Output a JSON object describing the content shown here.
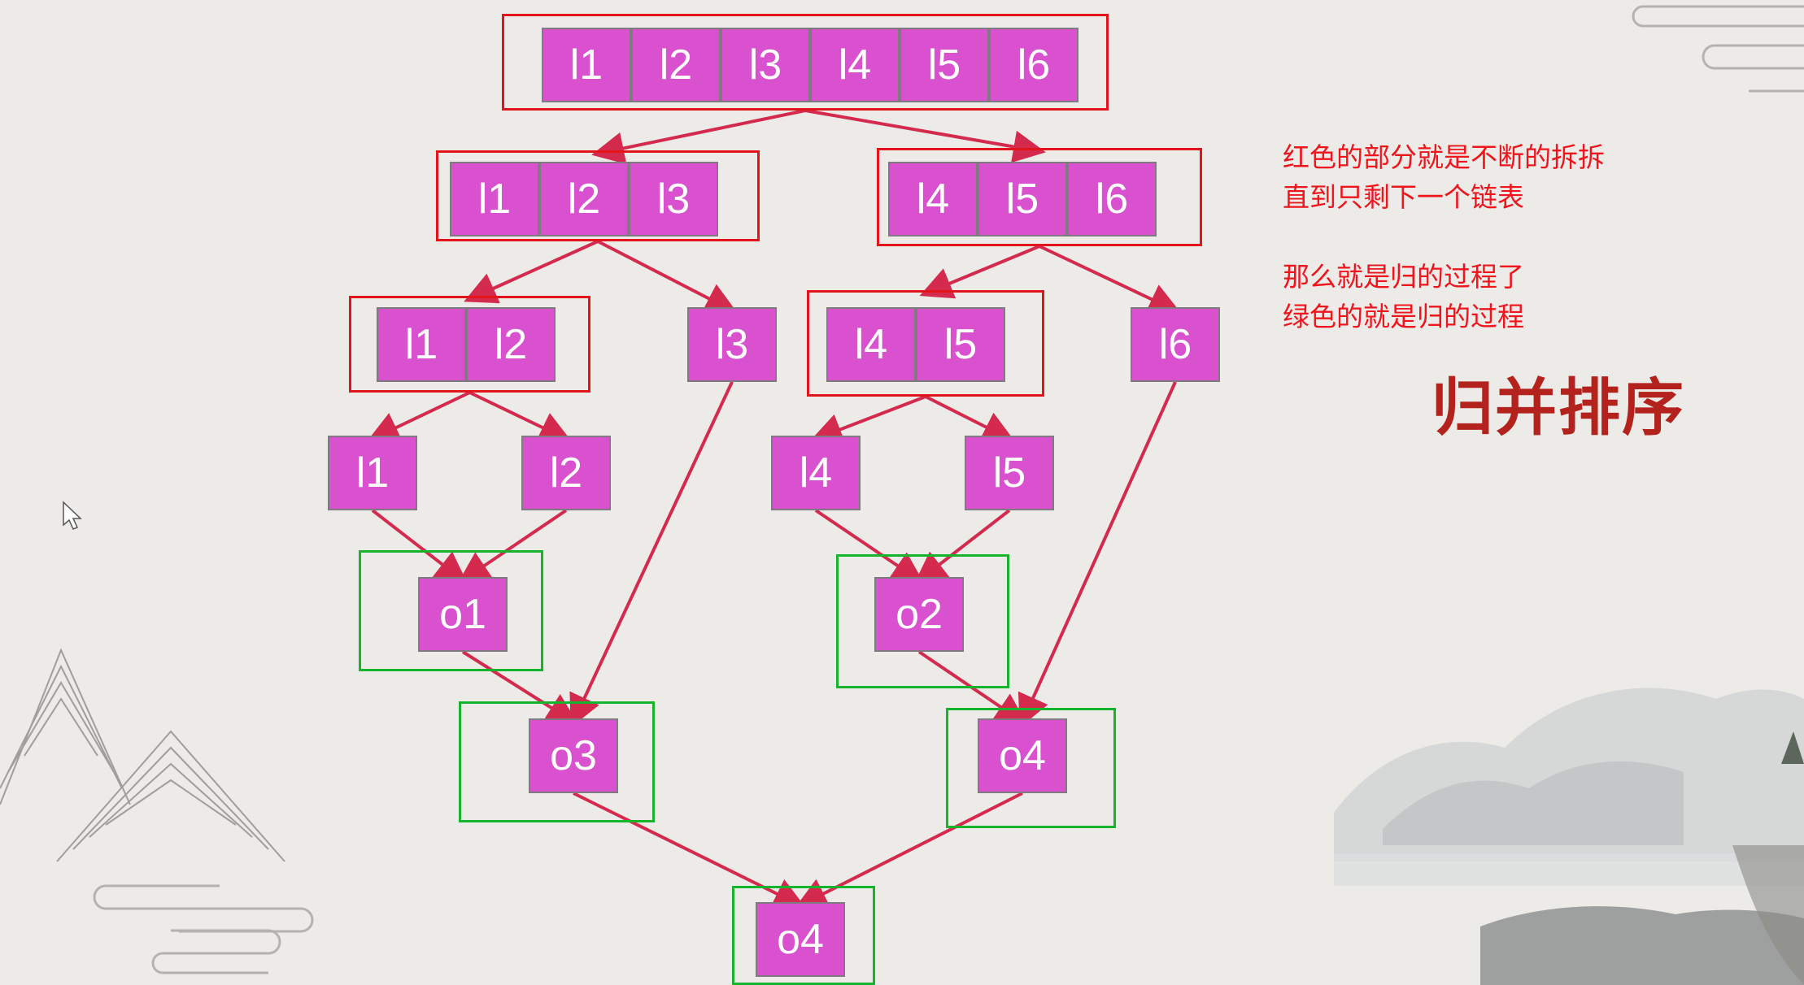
{
  "diagram": {
    "title": "归并排序",
    "notes": [
      "红色的部分就是不断的拆拆",
      "直到只剩下一个链表",
      "",
      "那么就是归的过程了",
      "绿色的就是归的过程"
    ],
    "nodes": [
      {
        "id": "a1",
        "label": "l1"
      },
      {
        "id": "a2",
        "label": "l2"
      },
      {
        "id": "a3",
        "label": "l3"
      },
      {
        "id": "a4",
        "label": "l4"
      },
      {
        "id": "a5",
        "label": "l5"
      },
      {
        "id": "a6",
        "label": "l6"
      },
      {
        "id": "b1",
        "label": "l1"
      },
      {
        "id": "b2",
        "label": "l2"
      },
      {
        "id": "b3",
        "label": "l3"
      },
      {
        "id": "b4",
        "label": "l4"
      },
      {
        "id": "b5",
        "label": "l5"
      },
      {
        "id": "b6",
        "label": "l6"
      },
      {
        "id": "c1",
        "label": "l1"
      },
      {
        "id": "c2",
        "label": "l2"
      },
      {
        "id": "c3",
        "label": "l3"
      },
      {
        "id": "c4",
        "label": "l4"
      },
      {
        "id": "c5",
        "label": "l5"
      },
      {
        "id": "c6",
        "label": "l6"
      },
      {
        "id": "d1",
        "label": "l1"
      },
      {
        "id": "d2",
        "label": "l2"
      },
      {
        "id": "d4",
        "label": "l4"
      },
      {
        "id": "d5",
        "label": "l5"
      },
      {
        "id": "o1",
        "label": "o1"
      },
      {
        "id": "o2",
        "label": "o2"
      },
      {
        "id": "o3",
        "label": "o3"
      },
      {
        "id": "o4",
        "label": "o4"
      },
      {
        "id": "of",
        "label": "o4"
      }
    ],
    "edges": [
      [
        "g_top",
        "g_left"
      ],
      [
        "g_top",
        "g_right"
      ],
      [
        "g_left",
        "g_l12"
      ],
      [
        "g_left",
        "c3"
      ],
      [
        "g_right",
        "g_l45"
      ],
      [
        "g_right",
        "c6"
      ],
      [
        "g_l12",
        "d1"
      ],
      [
        "g_l12",
        "d2"
      ],
      [
        "g_l45",
        "d4"
      ],
      [
        "g_l45",
        "d5"
      ],
      [
        "d1",
        "o1"
      ],
      [
        "d2",
        "o1"
      ],
      [
        "d4",
        "o2"
      ],
      [
        "d5",
        "o2"
      ],
      [
        "o1",
        "o3"
      ],
      [
        "c3",
        "o3"
      ],
      [
        "o2",
        "o4"
      ],
      [
        "c6",
        "o4"
      ],
      [
        "o3",
        "of"
      ],
      [
        "o4",
        "of"
      ]
    ],
    "colors": {
      "node_fill": "#d951cf",
      "arrow": "#d42a4e",
      "split_box": "#e4141b",
      "merge_box": "#16b32c",
      "note_text": "#f0141c"
    }
  }
}
